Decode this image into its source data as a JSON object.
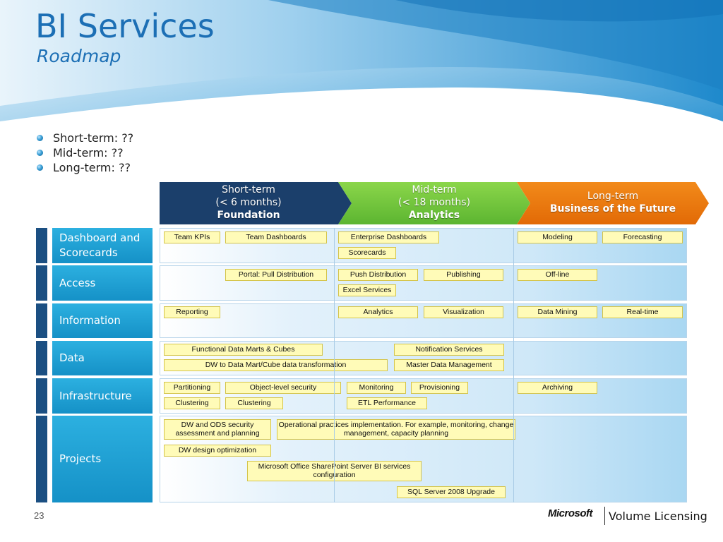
{
  "slide": {
    "title": "BI Services",
    "subtitle": "Roadmap",
    "page_number": "23"
  },
  "bullets": [
    "Short-term: ??",
    "Mid-term: ??",
    "Long-term: ??"
  ],
  "phases": [
    {
      "line1": "Short-term",
      "line2": "(< 6 months)",
      "bold": "Foundation",
      "color": "#1b3f6b"
    },
    {
      "line1": "Mid-term",
      "line2": "(< 18 months)",
      "bold": "Analytics",
      "color": "#6cc33a"
    },
    {
      "line1": "Long-term",
      "line2": "",
      "bold": "Business of the Future",
      "color": "#e8740c"
    }
  ],
  "rows": [
    {
      "label": "Dashboard and Scorecards",
      "items": [
        "Team KPIs",
        "Team Dashboards",
        "Enterprise Dashboards",
        "Scorecards",
        "Modeling",
        "Forecasting"
      ]
    },
    {
      "label": "Access",
      "items": [
        "Portal: Pull Distribution",
        "Push Distribution",
        "Publishing",
        "Excel Services",
        "Off-line"
      ]
    },
    {
      "label": "Information",
      "items": [
        "Reporting",
        "Analytics",
        "Visualization",
        "Data Mining",
        "Real-time"
      ]
    },
    {
      "label": "Data",
      "items": [
        "Functional Data Marts & Cubes",
        "Notification Services",
        "DW to Data Mart/Cube data transformation",
        "Master Data Management"
      ]
    },
    {
      "label": "Infrastructure",
      "items": [
        "Partitioning",
        "Object-level security",
        "Monitoring",
        "Provisioning",
        "Archiving",
        "Clustering",
        "Clustering",
        "ETL Performance"
      ]
    },
    {
      "label": "Projects",
      "items": [
        "DW and ODS security assessment and planning",
        "Operational practices implementation. For example,  monitoring, change management, capacity planning",
        "DW design optimization",
        "Microsoft Office SharePoint Server BI services configuration",
        "SQL Server 2008 Upgrade"
      ]
    }
  ],
  "footer": {
    "brand": "Microsoft",
    "product": "Volume Licensing"
  },
  "colors": {
    "accent": "#1c6fb5",
    "tag_fill": "#fffbb8",
    "row_label": "#1ea3d6"
  }
}
